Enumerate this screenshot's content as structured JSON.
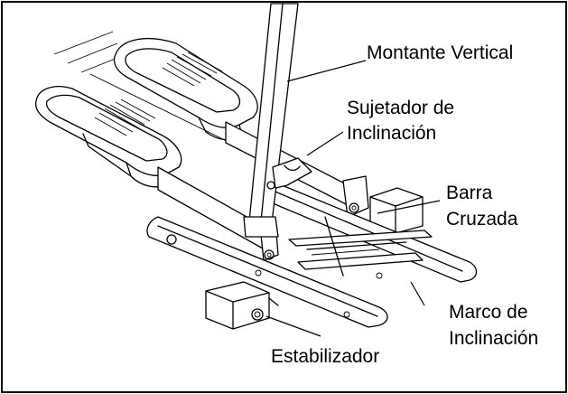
{
  "labels": {
    "upright": "Montante Vertical",
    "incline_fastener_1": "Sujetador de",
    "incline_fastener_2": "Inclinación",
    "crossbar_1": "Barra",
    "crossbar_2": "Cruzada",
    "incline_frame_1": "Marco de",
    "incline_frame_2": "Inclinación",
    "stabilizer": "Estabilizador"
  }
}
